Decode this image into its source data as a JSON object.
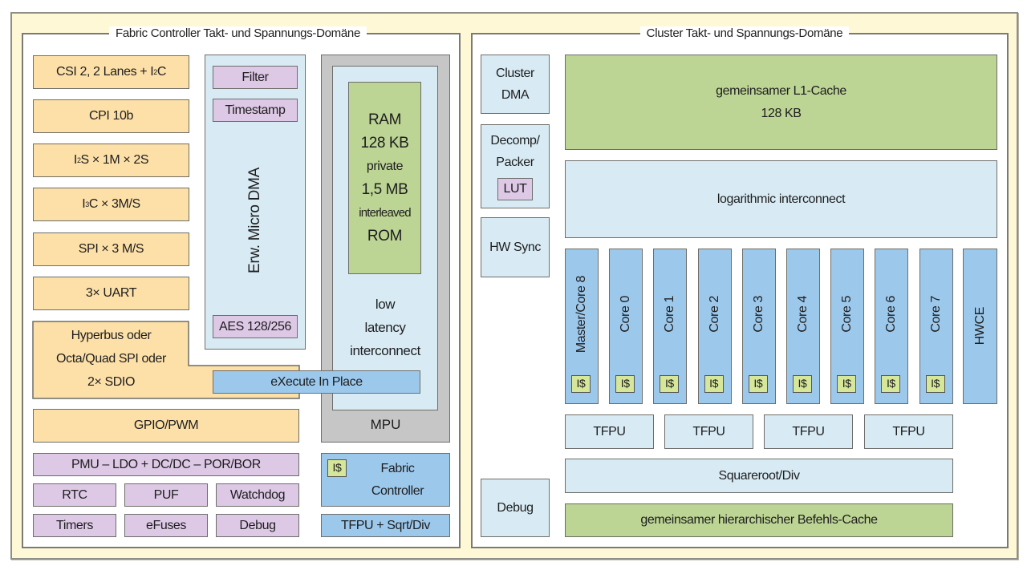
{
  "fabric_domain": {
    "title": "Fabric Controller Takt- und Spannungs-Domäne",
    "peripherals": [
      {
        "pre": "CSI 2, 2 Lanes + I",
        "sup": "2",
        "post": "C"
      },
      {
        "pre": "CPI 10b",
        "sup": "",
        "post": ""
      },
      {
        "pre": "I",
        "sup": "2",
        "post": "S × 1M × 2S"
      },
      {
        "pre": "I",
        "sup": "3",
        "post": "C × 3M/S"
      },
      {
        "pre": "SPI × 3 M/S",
        "sup": "",
        "post": ""
      },
      {
        "pre": "3× UART",
        "sup": "",
        "post": ""
      }
    ],
    "hyperbus": {
      "line1": "Hyperbus oder",
      "line2": "Octa/Quad SPI oder",
      "line3": "2× SDIO"
    },
    "micro_dma": {
      "label": "Erw. Micro DMA",
      "filter": "Filter",
      "timestamp": "Timestamp",
      "aes": "AES 128/256"
    },
    "mpu": {
      "label": "MPU",
      "memory": {
        "line1": "RAM",
        "line2": "128 KB",
        "line3": "private",
        "line4": "1,5 MB",
        "line5": "interleaved",
        "line6": "ROM"
      },
      "interconnect": {
        "line1": "low",
        "line2": "latency",
        "line3": "interconnect"
      }
    },
    "xip": "eXecute In Place",
    "gpio": "GPIO/PWM",
    "pmu": "PMU – LDO + DC/DC – POR/BOR",
    "misc_row1": [
      "RTC",
      "PUF",
      "Watchdog"
    ],
    "misc_row2": [
      "Timers",
      "eFuses",
      "Debug"
    ],
    "fabric_controller": {
      "icache": "I$",
      "line1": "Fabric",
      "line2": "Controller"
    },
    "tfpu_sqrt": "TFPU + Sqrt/Div"
  },
  "cluster_domain": {
    "title": "Cluster Takt- und Spannungs-Domäne",
    "cluster_dma": {
      "line1": "Cluster",
      "line2": "DMA"
    },
    "decomp": {
      "line1": "Decomp/",
      "line2": "Packer",
      "lut": "LUT"
    },
    "hw_sync": "HW Sync",
    "debug": "Debug",
    "l1_cache": {
      "line1": "gemeinsamer L1-Cache",
      "line2": "128 KB"
    },
    "log_interconnect": "logarithmic interconnect",
    "cores": [
      {
        "label": "Master/Core 8",
        "icache": "I$"
      },
      {
        "label": "Core 0",
        "icache": "I$"
      },
      {
        "label": "Core 1",
        "icache": "I$"
      },
      {
        "label": "Core 2",
        "icache": "I$"
      },
      {
        "label": "Core 3",
        "icache": "I$"
      },
      {
        "label": "Core 4",
        "icache": "I$"
      },
      {
        "label": "Core 5",
        "icache": "I$"
      },
      {
        "label": "Core 6",
        "icache": "I$"
      },
      {
        "label": "Core 7",
        "icache": "I$"
      }
    ],
    "hwce": "HWCE",
    "tfpus": [
      "TFPU",
      "TFPU",
      "TFPU",
      "TFPU"
    ],
    "sqrt_div": "Squareroot/Div",
    "instruction_cache": "gemeinsamer hierarchischer Befehls-Cache"
  },
  "colors": {
    "background": "#fff8d6",
    "peripheral": "#fde0a8",
    "control": "#ddc8e6",
    "interconnect": "#d8ebf5",
    "core": "#9cc8ec",
    "memory": "#bcd494",
    "mpu": "#c6c6c6"
  }
}
